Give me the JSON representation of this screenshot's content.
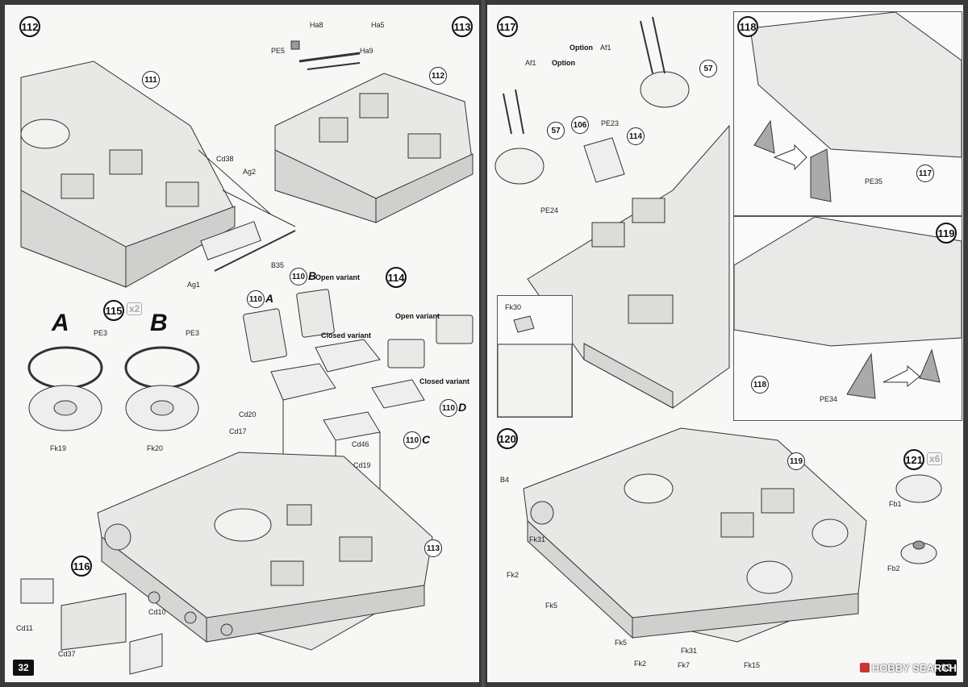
{
  "left_page": {
    "page_number": "32",
    "steps": {
      "s112": "112",
      "s113": "113",
      "s114": "114",
      "s115": "115",
      "s116": "116"
    },
    "multiplier_115": "x2",
    "variant_a": "A",
    "variant_b": "B",
    "callouts": {
      "c111": "111",
      "c112": "112",
      "c113": "113",
      "c110a": "110",
      "c110b": "110",
      "c110c": "110",
      "c110d": "110"
    },
    "callout_letters": {
      "a": "A",
      "b": "B",
      "c": "C",
      "d": "D"
    },
    "notes": {
      "open_variant_1": "Open variant",
      "closed_variant_1": "Closed variant",
      "open_variant_2": "Open variant",
      "closed_variant_2": "Closed variant"
    },
    "parts": {
      "ha8": "Ha8",
      "ha5": "Ha5",
      "ha9": "Ha9",
      "pe5": "PE5",
      "cd38": "Cd38",
      "ag2": "Ag2",
      "b35": "B35",
      "ag1": "Ag1",
      "pe3_a": "PE3",
      "pe3_b": "PE3",
      "fk19": "Fk19",
      "fk20": "Fk20",
      "cd20": "Cd20",
      "cd17": "Cd17",
      "cd46": "Cd46",
      "cd19": "Cd19",
      "cd11": "Cd11",
      "cd37": "Cd37",
      "cd10": "Cd10"
    }
  },
  "right_page": {
    "page_number": "33",
    "steps": {
      "s117": "117",
      "s118": "118",
      "s119": "119",
      "s120": "120",
      "s121": "121"
    },
    "multiplier_121": "x6",
    "callouts": {
      "c57a": "57",
      "c57b": "57",
      "c106": "106",
      "c114": "114",
      "c117": "117",
      "c118": "118",
      "c119": "119"
    },
    "notes": {
      "option_1": "Option",
      "option_2": "Option"
    },
    "parts": {
      "af1_a": "Af1",
      "af1_b": "Af1",
      "pe23": "PE23",
      "pe24": "PE24",
      "fk30": "Fk30",
      "pe35": "PE35",
      "pe34": "PE34",
      "b4": "B4",
      "fk31_a": "Fk31",
      "fk2_a": "Fk2",
      "fk5_a": "Fk5",
      "fk5_b": "Fk5",
      "fk2_b": "Fk2",
      "fk31_b": "Fk31",
      "fk7": "Fk7",
      "fk15": "Fk15",
      "fb1": "Fb1",
      "fb2": "Fb2"
    }
  },
  "watermark": "HOBBY SEARCH"
}
